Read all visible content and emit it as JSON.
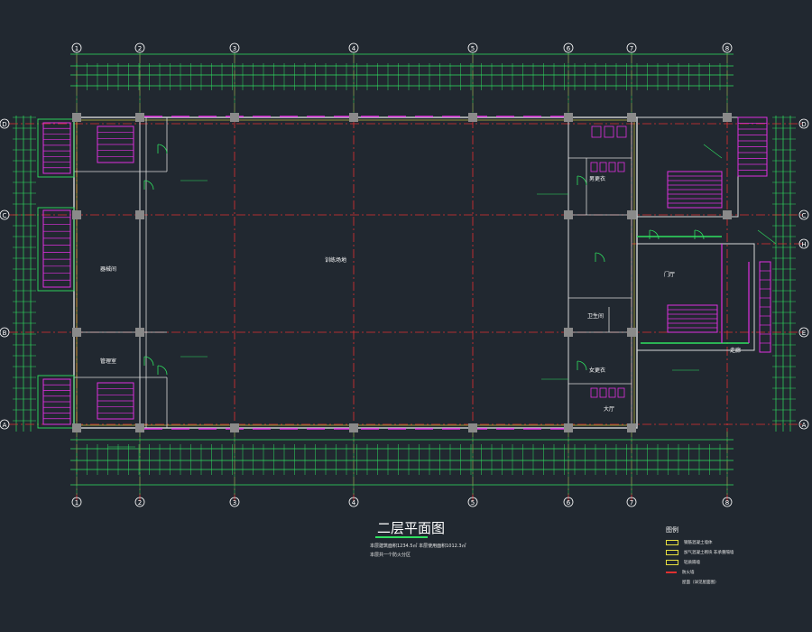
{
  "drawing": {
    "title": "二层平面图",
    "subtitle_line1": "本层建筑面积1234.5㎡  本层使用面积1012.3㎡",
    "subtitle_line2": "本层共一个防火分区",
    "colors": {
      "background": "#212830",
      "grid_axis": "#e03030",
      "dimension": "#2fe060",
      "wall": "#d8d8d8",
      "stair": "#e030e0",
      "column": "#8a8a8a",
      "legend_yellow": "#e8e040"
    }
  },
  "axes": {
    "top": [
      "1",
      "2",
      "3",
      "4",
      "5",
      "6",
      "7",
      "8"
    ],
    "bottom": [
      "1",
      "2",
      "3",
      "4",
      "5",
      "6",
      "7",
      "8"
    ],
    "left": [
      "D",
      "C",
      "B",
      "A"
    ],
    "right": [
      "D",
      "C",
      "H",
      "E",
      "A"
    ]
  },
  "rooms": {
    "main_hall": "训练场地",
    "left_room_1": "器械间",
    "left_room_2": "管理室",
    "right_room_1": "男更衣",
    "right_room_2": "女更衣",
    "right_room_3": "门厅",
    "right_room_4": "大厅",
    "right_room_5": "卫生间",
    "right_room_6": "走廊"
  },
  "legend": {
    "title": "图例",
    "items": [
      "钢筋混凝土墙体",
      "加气混凝土砌块  非承重隔墙",
      "轻质隔墙",
      "防火墙"
    ],
    "note": "屋面（详见屋面图）"
  }
}
